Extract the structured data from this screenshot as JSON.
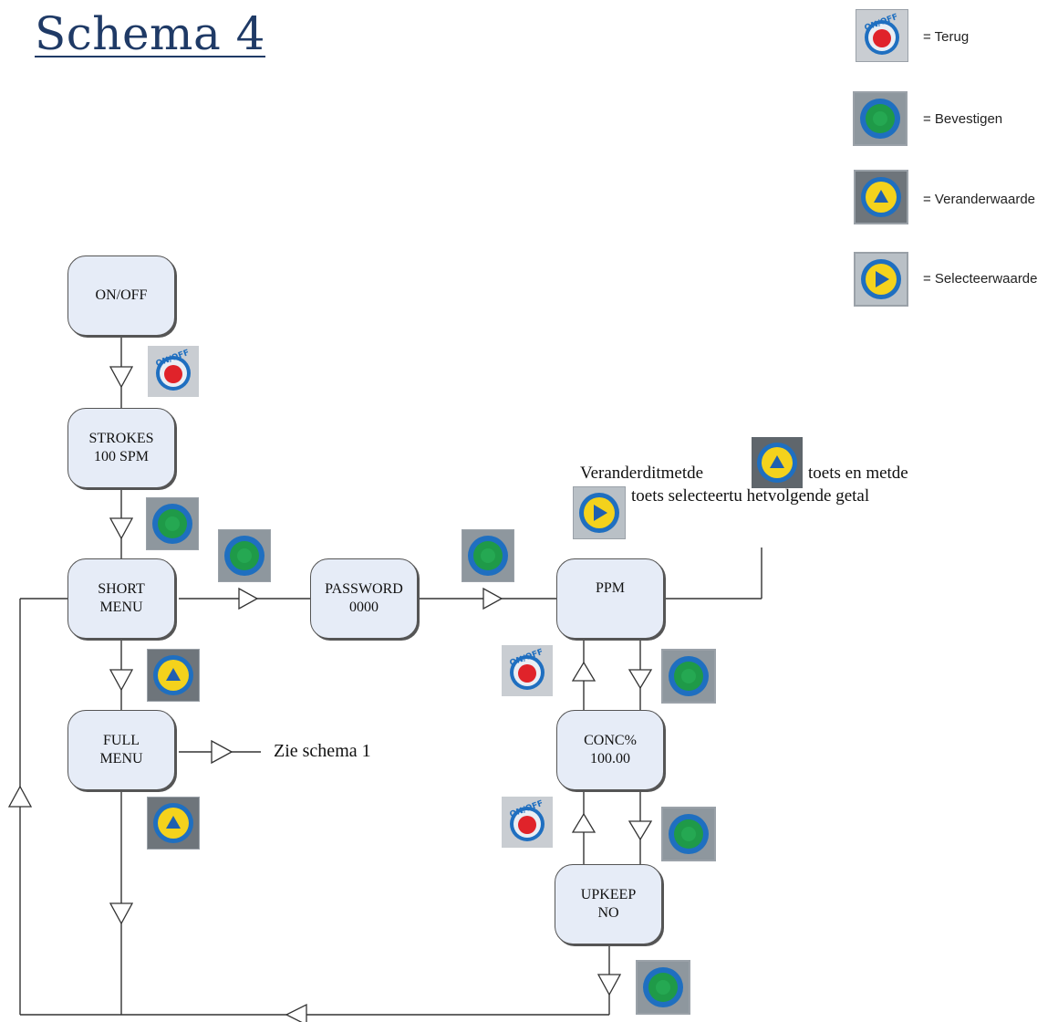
{
  "title": "Schema 4",
  "legend": [
    {
      "icon": "onoff-button-icon",
      "text": "= Terug"
    },
    {
      "icon": "enter-button-icon",
      "text": "= Bevestigen"
    },
    {
      "icon": "up-arrow-button-icon",
      "text": "= Veranderwaarde"
    },
    {
      "icon": "right-arrow-button-icon",
      "text": "= Selecteerwaarde"
    }
  ],
  "nodes": {
    "onoff": {
      "line1": "ON/OFF",
      "line2": ""
    },
    "strokes": {
      "line1": "STROKES",
      "line2": "100 SPM"
    },
    "short_menu": {
      "line1": "SHORT",
      "line2": "MENU"
    },
    "full_menu": {
      "line1": "FULL",
      "line2": "MENU"
    },
    "password": {
      "line1": "PASSWORD",
      "line2": "0000"
    },
    "ppm": {
      "line1": "PPM",
      "line2": ""
    },
    "conc": {
      "line1": "CONC%",
      "line2": "100.00"
    },
    "upkeep": {
      "line1": "UPKEEP",
      "line2": "NO"
    }
  },
  "note": {
    "part1": "Veranderditmetde",
    "part2": "toets en metde",
    "part3": "toets selecteertu hetvolgende getal"
  },
  "zie_schema": "Zie schema 1",
  "colors": {
    "title": "#1f3a66",
    "node_fill": "#e6ecf7",
    "button_red": "#e0232a",
    "button_green": "#1f9a48",
    "button_yellow": "#f4d21c",
    "button_ring": "#1f6fc0"
  }
}
